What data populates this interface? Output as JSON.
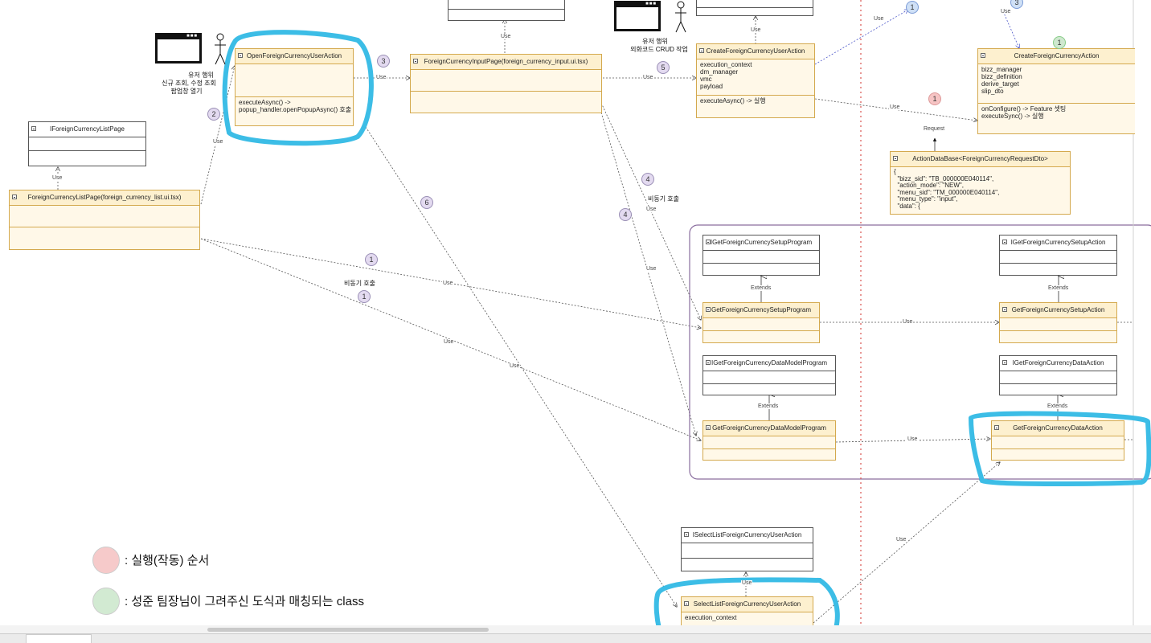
{
  "actors": {
    "actor1": {
      "line1": "유저 행위",
      "line2": "신규 조회, 수정 조회",
      "line3": "팝업창 열기"
    },
    "actor2": {
      "line1": "유저 행위",
      "line2": "외화코드 CRUD 작업"
    }
  },
  "classes": {
    "open_action": {
      "name": "OpenForeignCurrencyUserAction",
      "methods": "executeAsync() ->\npopup_handler.openPopupAsync() 호출"
    },
    "input_page": {
      "name": "ForeignCurrencyInputPage(foreign_currency_input.ui.tsx)"
    },
    "create_user_action": {
      "name": "CreateForeignCurrencyUserAction",
      "fields": "execution_context\ndm_manager\nvmc\npayload",
      "methods": "executeAsync() -> 실행"
    },
    "create_action": {
      "name": "CreateForeignCurrencyAction",
      "fields": "bizz_manager\nbizz_definition\nderive_target\nslip_dto",
      "methods": "onConfigure() -> Feature 셋팅\nexecuteSync() -> 실행"
    },
    "ilist_page": {
      "name": "IForeignCurrencyListPage"
    },
    "list_page": {
      "name": "ForeignCurrencyListPage(foreign_currency_list.ui.tsx)"
    },
    "action_data": {
      "name": "ActionDataBase<ForeignCurrencyRequestDto>",
      "body": "{\n  \"bizz_sid\": \"TB_000000E040114\",\n  \"action_mode\": \"NEW\",\n  \"menu_sid\": \"TM_000000E040114\",\n  \"menu_type\": \"input\",\n  \"data\": {"
    },
    "iget_setup_program": {
      "name": "IGetForeignCurrencySetupProgram"
    },
    "get_setup_program": {
      "name": "GetForeignCurrencySetupProgram"
    },
    "iget_setup_action": {
      "name": "IGetForeignCurrencySetupAction"
    },
    "get_setup_action": {
      "name": "GetForeignCurrencySetupAction"
    },
    "iget_dm_program": {
      "name": "IGetForeignCurrencyDataModelProgram"
    },
    "get_dm_program": {
      "name": "GetForeignCurrencyDataModelProgram"
    },
    "iget_data_action": {
      "name": "IGetForeignCurrencyDataAction"
    },
    "get_data_action": {
      "name": "GetForeignCurrencyDataAction"
    },
    "iselect_list": {
      "name": "ISelectListForeignCurrencyUserAction"
    },
    "select_list": {
      "name": "SelectListForeignCurrencyUserAction",
      "fields": "execution_context"
    }
  },
  "labels": {
    "use": "Use",
    "extends": "Extends",
    "request": "Request",
    "async_call": "비동기 호출"
  },
  "badges": {
    "b1": "1",
    "b2": "2",
    "b3": "3",
    "b4": "4",
    "b5": "5",
    "b6": "6"
  },
  "legend": {
    "order": ": 실행(작동) 순서",
    "match": ": 성준 팀장님이 그려주신 도식과 매칭되는 class"
  },
  "colors": {
    "highlight": "#3cbde6",
    "class_fill": "#fff8e8",
    "class_border": "#d4a94e",
    "badge_purple": "#e3daf0",
    "badge_red": "#f6c4c4",
    "badge_green": "#cfe8cf",
    "badge_blue": "#cfe0f6",
    "group_border": "#8a6d9e",
    "divider_red": "#d9534f"
  }
}
